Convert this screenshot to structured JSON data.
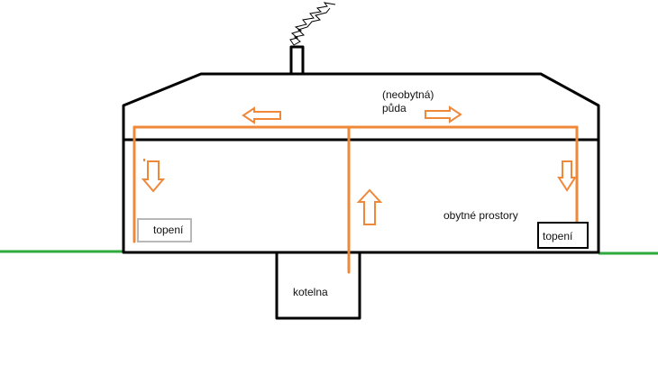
{
  "labels": {
    "attic_line1": "(neobytná)",
    "attic_line2": "půda",
    "living_space": "obytné prostory",
    "heater_left": "topení",
    "heater_right": "topení",
    "boiler_room": "kotelna"
  },
  "colors": {
    "outline": "#000000",
    "pipe": "#f0883a",
    "ground": "#2eaa3c",
    "heater_left_border": "#b8b8b8",
    "heater_right_border": "#000000",
    "background": "#ffffff"
  },
  "icons": {
    "chimney_smoke": "smoke-squiggle",
    "arrows": [
      "arrow-left",
      "arrow-right",
      "arrow-up",
      "arrow-down",
      "arrow-down"
    ]
  }
}
